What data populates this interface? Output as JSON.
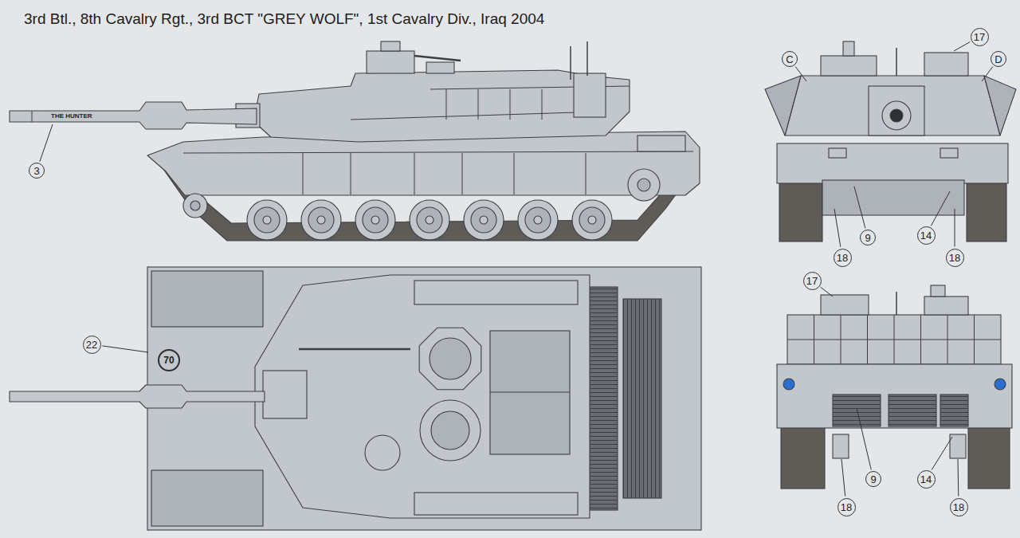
{
  "diagram": {
    "title": "3rd Btl., 8th Cavalry Rgt., 3rd BCT \"GREY WOLF\", 1st Cavalry Div., Iraq 2004",
    "nodes": [
      {
        "text": [
          "17"
        ]
      },
      {
        "text": [
          "C"
        ]
      },
      {
        "text": [
          "D"
        ]
      },
      {
        "text": [
          "3"
        ]
      },
      {
        "text": [
          "9"
        ]
      },
      {
        "text": [
          "14"
        ]
      },
      {
        "text": [
          "18"
        ]
      },
      {
        "text": [
          "18"
        ]
      },
      {
        "text": [
          "17"
        ]
      },
      {
        "text": [
          "22"
        ]
      },
      {
        "text": [
          "70"
        ]
      },
      {
        "text": [
          "9"
        ]
      },
      {
        "text": [
          "14"
        ]
      },
      {
        "text": [
          "18"
        ]
      },
      {
        "text": [
          "18"
        ]
      }
    ],
    "labels": [
      "THE HUNTER"
    ]
  }
}
